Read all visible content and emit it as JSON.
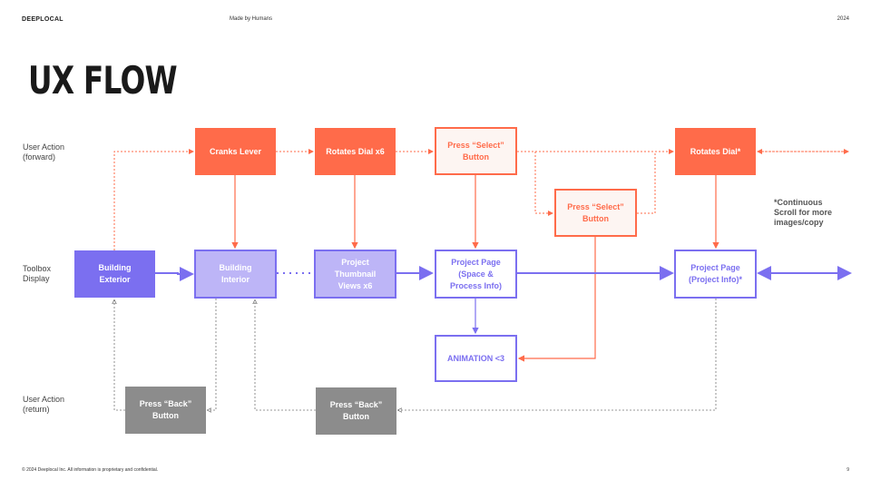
{
  "header": {
    "logo": "DEEPLOCAL",
    "tagline": "Made by Humans",
    "year": "2024"
  },
  "title": "UX FLOW",
  "row_labels": {
    "forward": "User Action\n(forward)",
    "toolbox": "Toolbox\nDisplay",
    "return": "User Action\n(return)"
  },
  "boxes": {
    "cranks_lever": "Cranks Lever",
    "rotates_dial_x6": "Rotates Dial x6",
    "press_select_1": "Press “Select”\nButton",
    "press_select_2": "Press “Select”\nButton",
    "rotates_dial_star": "Rotates Dial*",
    "building_exterior": "Building\nExterior",
    "building_interior": "Building\nInterior",
    "project_thumbnail": "Project\nThumbnail\nViews x6",
    "project_page_space": "Project Page\n(Space &\nProcess Info)",
    "project_page_info": "Project Page\n(Project Info)*",
    "animation": "ANIMATION <3",
    "press_back_1": "Press “Back”\nButton",
    "press_back_2": "Press “Back”\nButton"
  },
  "note": "*Continuous\nScroll for more\nimages/copy",
  "footer": "© 2024 Deeplocal Inc. All information is proprietary and confidential.",
  "page_number": "9",
  "colors": {
    "orange": "#ff6b4a",
    "purple": "#7b6ff0",
    "purple_light": "#bdb5f7",
    "gray": "#8c8c8c"
  }
}
